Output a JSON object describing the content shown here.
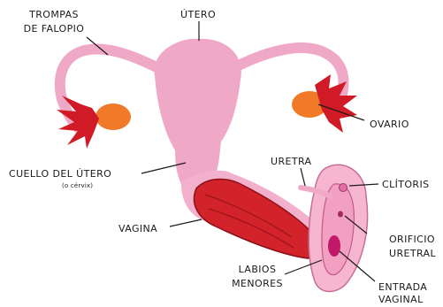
{
  "labels": {
    "trompas_line1": "TROMPAS",
    "trompas_line2": "DE FALOPIO",
    "utero": "ÚTERO",
    "ovario": "OVARIO",
    "cuello_line1": "CUELLO DEL ÚTERO",
    "cuello_line2": "(o cérvix)",
    "uretra": "URETRA",
    "clitoris": "CLÍTORIS",
    "vagina": "VAGINA",
    "orificio_line1": "ORIFICIO",
    "orificio_line2": "URETRAL",
    "labios_line1": "LABIOS",
    "labios_line2": "MENORES",
    "entrada_line1": "ENTRADA",
    "entrada_line2": "VAGINAL"
  },
  "colors": {
    "uterus_pink": "#f0a8c7",
    "vulva_pink": "#f6b6d0",
    "vagina_red": "#d2232a",
    "ovary_orange": "#f07a28",
    "fimbriae_red": "#d01a25",
    "outline": "#1a1a1a"
  }
}
